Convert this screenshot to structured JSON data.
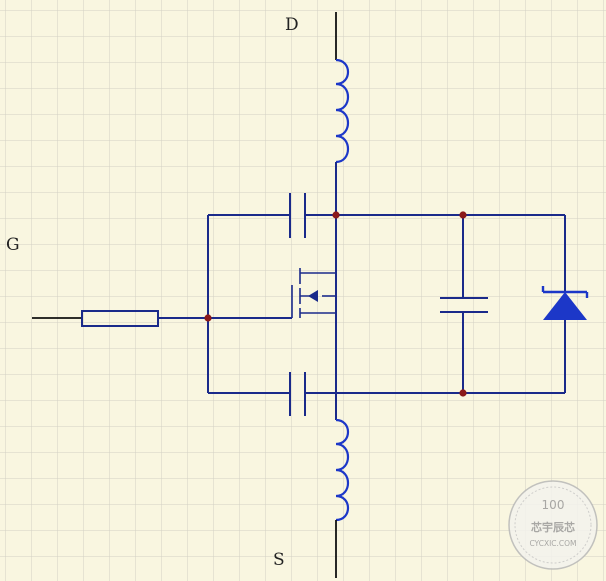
{
  "labels": {
    "drain": "D",
    "gate": "G",
    "source": "S"
  },
  "watermark": {
    "percent": "100",
    "name": "芯宇辰芯",
    "site": "CYCXIC.COM"
  },
  "colors": {
    "background": "#f9f6e0",
    "grid": "#d2d0c4",
    "wire": "#1a2a8a",
    "coil": "#1c37c8",
    "junction": "#8b1a1a",
    "diode": "#1c37c8"
  }
}
